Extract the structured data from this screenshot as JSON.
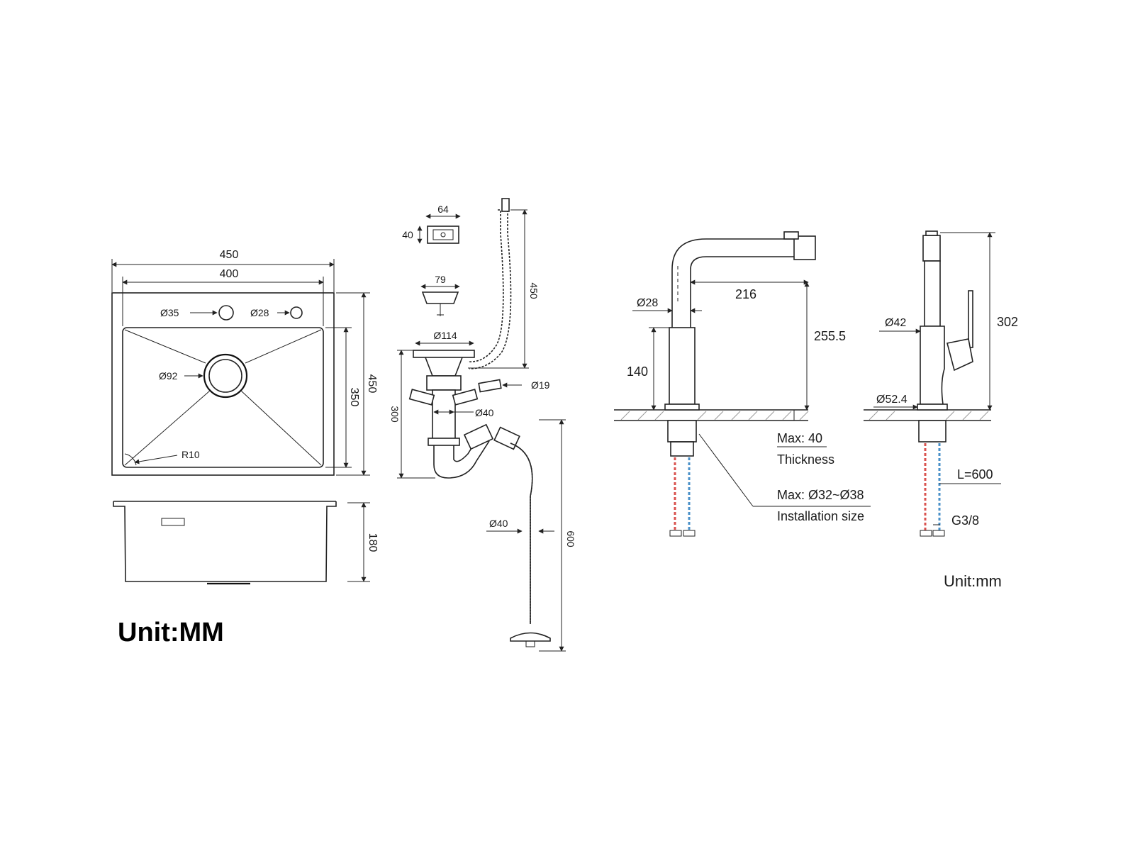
{
  "sink_top": {
    "overall_width": "450",
    "bowl_width": "400",
    "overall_depth": "450",
    "bowl_depth": "350",
    "hole1": "Ø35",
    "hole2": "Ø28",
    "drain": "Ø92",
    "corner_radius": "R10"
  },
  "sink_side": {
    "bowl_height": "180"
  },
  "drain_kit": {
    "overflow_width": "64",
    "overflow_height": "40",
    "basket_diameter": "79",
    "strainer_diameter": "Ø114",
    "overflow_hose_length": "450",
    "trap_height": "300",
    "overflow_connector": "Ø19",
    "pipe_diameter": "Ø40",
    "hose_diameter": "Ø40",
    "hose_length": "600"
  },
  "faucet_front": {
    "tube_diameter": "Ø28",
    "reach": "216",
    "spout_height": "255.5",
    "body_height": "140",
    "max_thickness": "Max: 40",
    "thickness_label": "Thickness",
    "max_installation": "Max: Ø32~Ø38",
    "installation_label": "Installation size"
  },
  "faucet_side": {
    "body_diameter": "Ø42",
    "base_diameter": "Ø52.4",
    "total_height": "302",
    "hose_length": "L=600",
    "thread": "G3/8"
  },
  "units": {
    "left": "Unit:MM",
    "right": "Unit:mm"
  },
  "colors": {
    "hot": "#d9534f",
    "cold": "#4a90c8",
    "line": "#222222"
  }
}
